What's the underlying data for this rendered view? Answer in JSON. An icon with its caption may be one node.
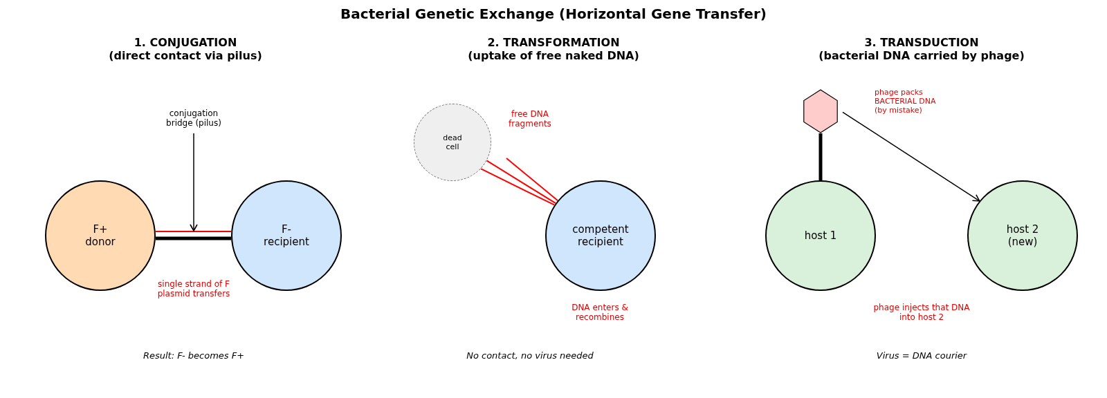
{
  "diagram": {
    "title": "Bacterial Genetic Exchange (Horizontal Gene Transfer)",
    "nodes": [
      {
        "text": [
          "F+ donor"
        ]
      },
      {
        "text": [
          "F- recipient"
        ]
      },
      {
        "text": [
          "conjugation bridge (pilus)"
        ]
      },
      {
        "text": [
          "dead cell"
        ]
      },
      {
        "text": [
          "competent recipient"
        ]
      },
      {
        "text": [],
        "shape": "hexagon"
      },
      {
        "text": [
          "host 1"
        ]
      },
      {
        "text": [
          "host 2 (new)"
        ]
      }
    ],
    "edges": [
      {
        "from": 0,
        "to": 1,
        "arrow": "none",
        "style": "thick"
      },
      {
        "from": 0,
        "to": 1,
        "arrow": "none",
        "color": "#ff0000"
      },
      {
        "from": 2,
        "to": null,
        "arrow": "to"
      },
      {
        "from": 3,
        "to": 4,
        "arrow": "none",
        "color": "#ff0000"
      },
      {
        "from": 3,
        "to": 4,
        "arrow": "none",
        "color": "#ff0000"
      },
      {
        "from": null,
        "to": 4,
        "arrow": "none",
        "color": "#ff0000"
      },
      {
        "from": 5,
        "to": 6,
        "arrow": "none",
        "style": "thick"
      },
      {
        "from": 5,
        "to": 7,
        "arrow": "to"
      }
    ],
    "labels": [
      "1. CONJUGATION",
      "(direct contact via pilus)",
      "2. TRANSFORMATION",
      "(uptake of free naked DNA)",
      "3. TRANSDUCTION",
      "(bacterial DNA carried by phage)",
      "phage packs BACTERIAL DNA (by mistake)",
      "free DNA fragments",
      "single strand of F plasmid transfers",
      "DNA enters & recombines",
      "phage injects that DNA into host 2",
      "Result: F- becomes F+",
      "No contact, no virus needed",
      "Virus = DNA courier"
    ]
  }
}
